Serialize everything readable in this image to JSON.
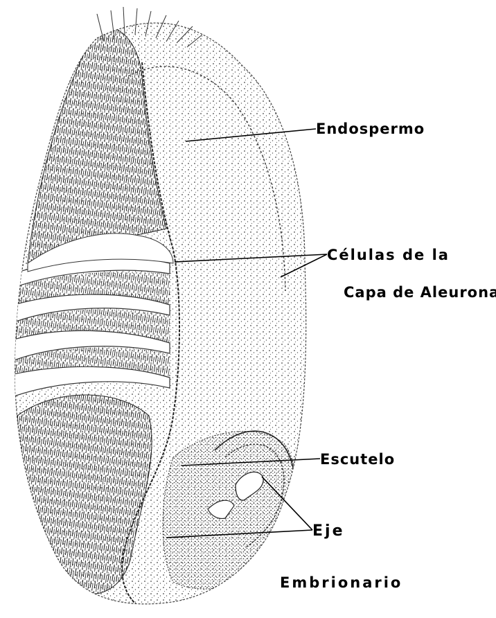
{
  "labels": {
    "endosperm": "Endospermo",
    "aleurone_line1": "Células de la",
    "aleurone_line2": "Capa de Aleurona",
    "scutellum": "Escutelo",
    "axis_line1": "Eje",
    "axis_line2": "Embrionario"
  },
  "colors": {
    "ink": "#000000",
    "stipple": "#3a3a3a",
    "background": "#ffffff"
  }
}
